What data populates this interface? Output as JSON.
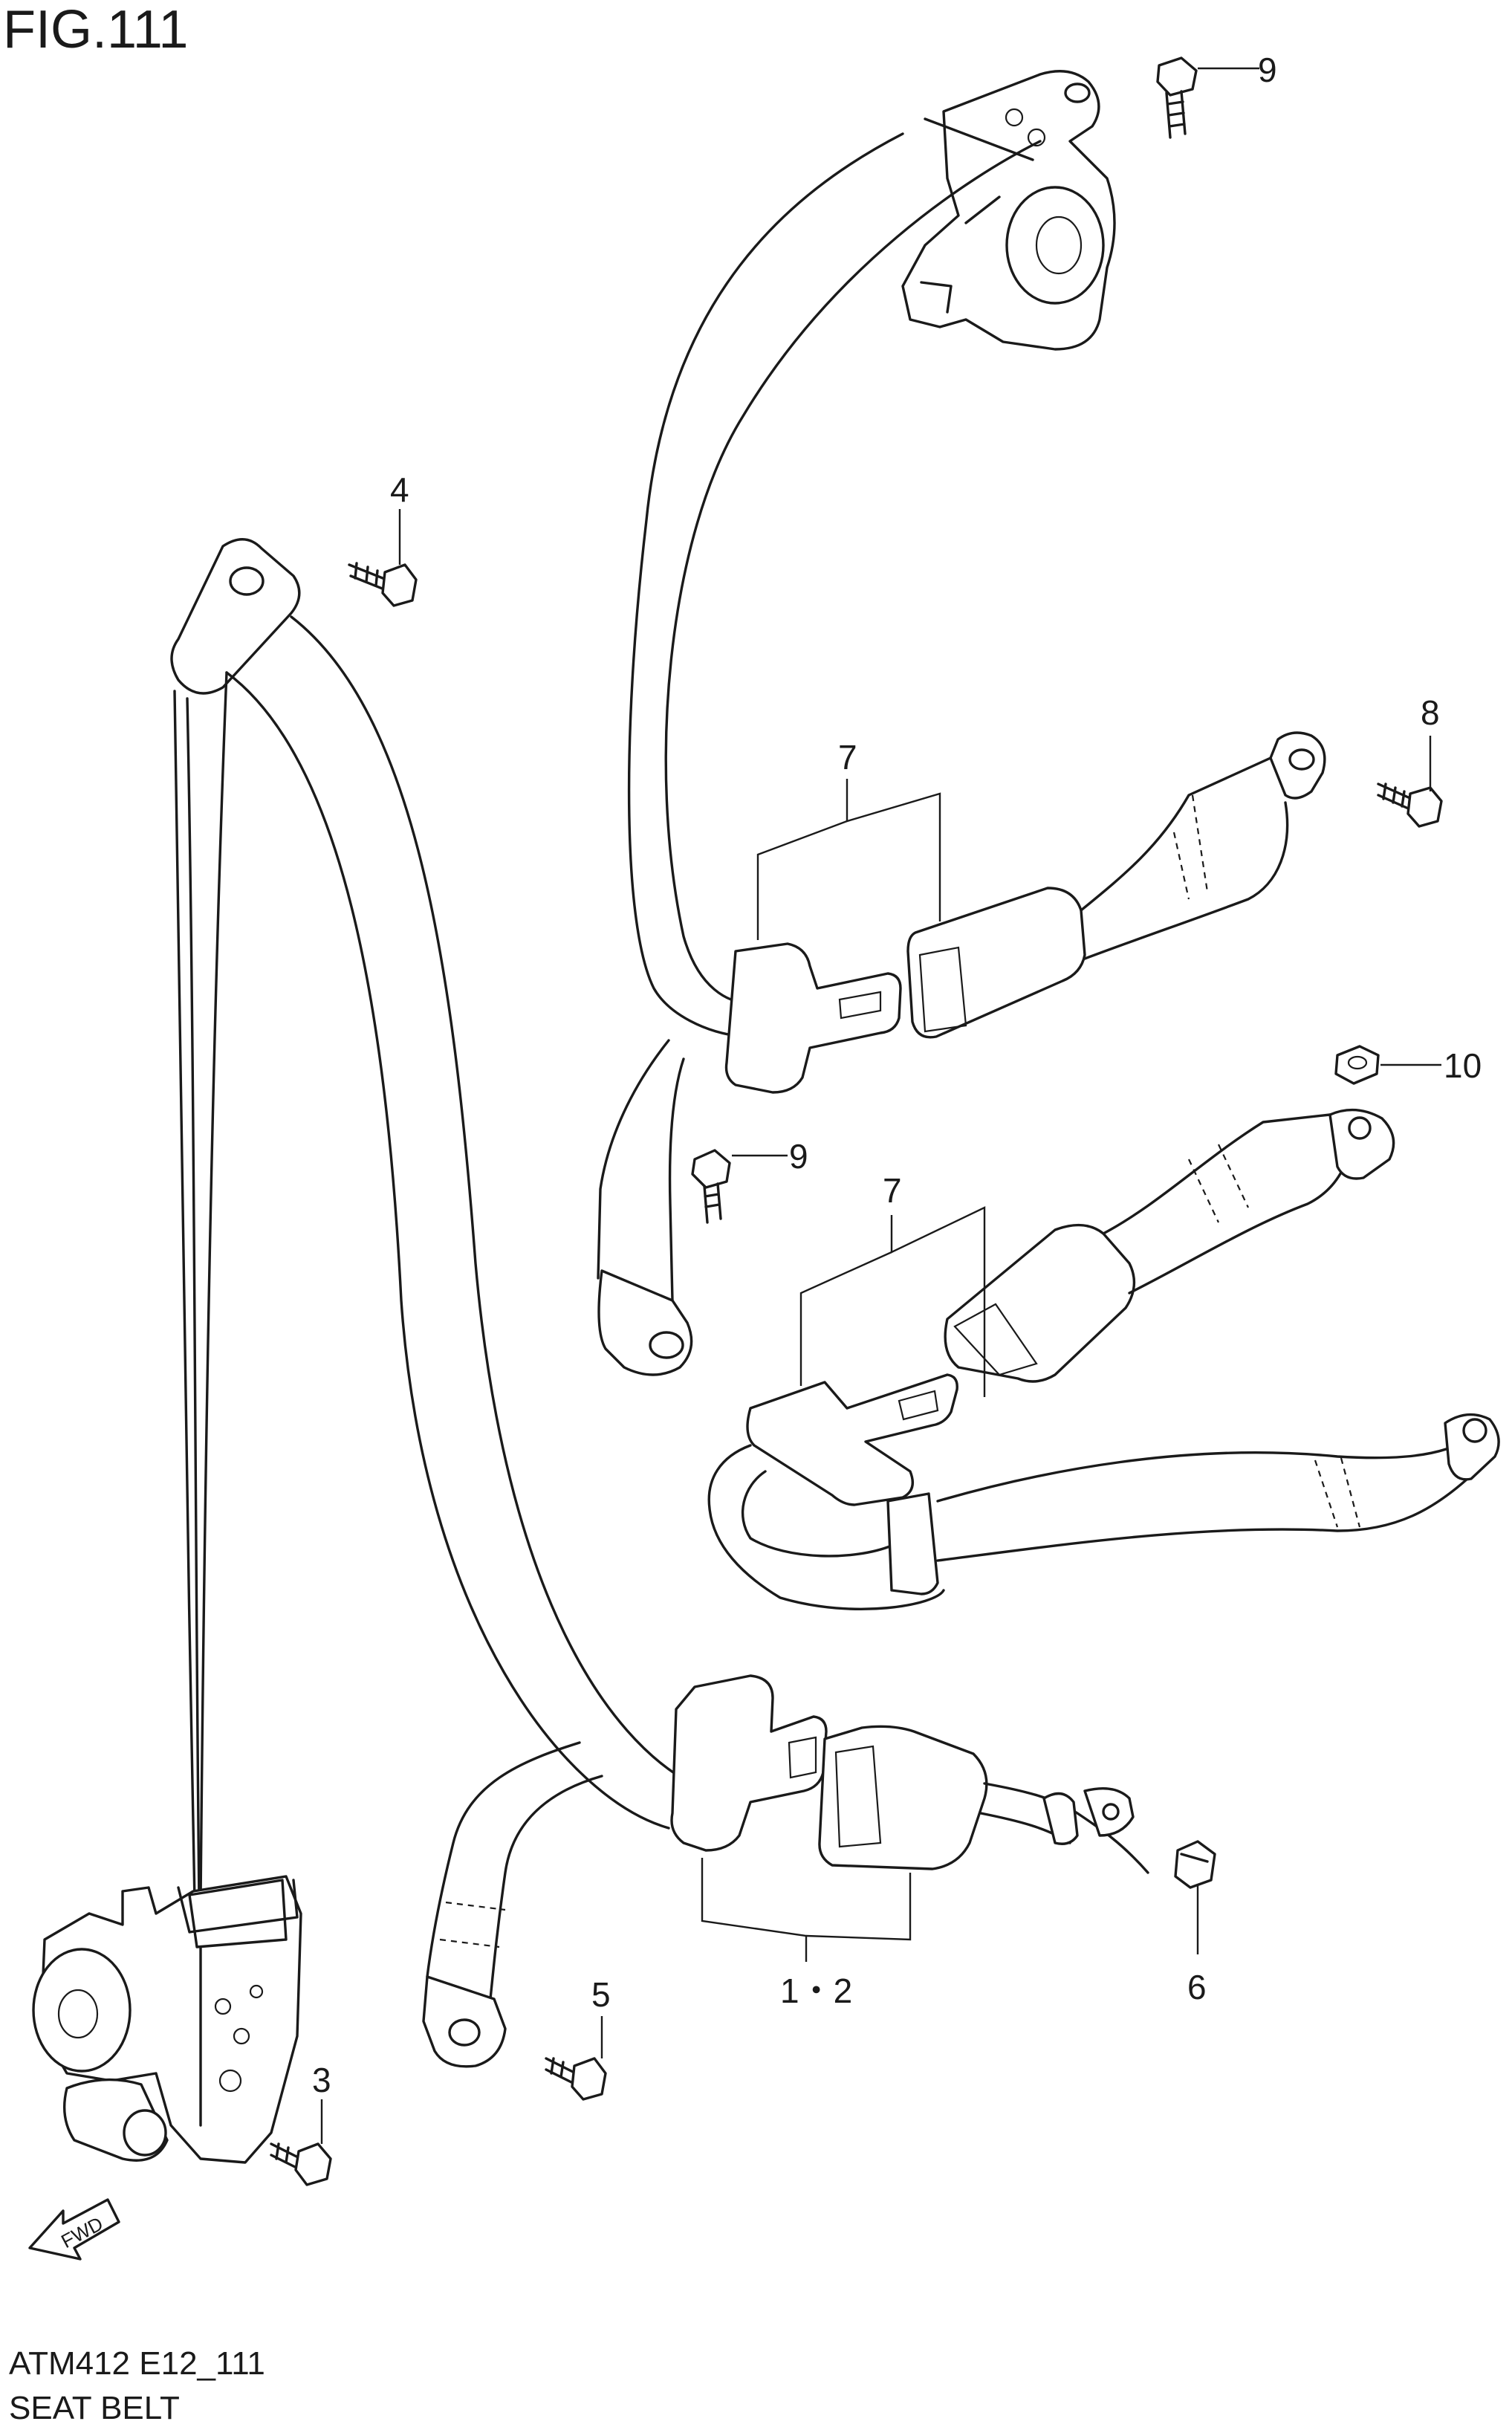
{
  "figure": {
    "title": "FIG.111",
    "code": "ATM412 E12_111",
    "caption": "SEAT BELT",
    "fwd_label": "FWD"
  },
  "callouts": {
    "c1_2": "1・2",
    "c3": "3",
    "c4": "4",
    "c5": "5",
    "c6": "6",
    "c7_upper": "7",
    "c7_lower": "7",
    "c8": "8",
    "c9_top": "9",
    "c9_mid": "9",
    "c10": "10"
  }
}
